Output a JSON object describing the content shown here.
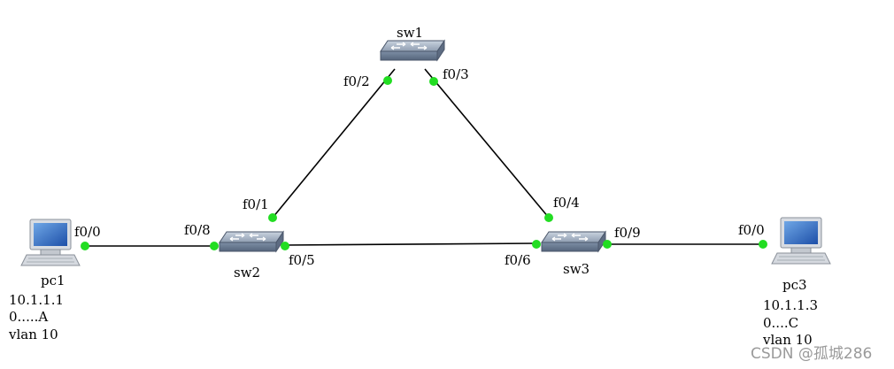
{
  "devices": {
    "sw1": "sw1",
    "sw2": "sw2",
    "sw3": "sw3",
    "pc1": "pc1",
    "pc3": "pc3"
  },
  "ports": {
    "sw1_f02": "f0/2",
    "sw1_f03": "f0/3",
    "sw2_f01": "f0/1",
    "sw2_f08": "f0/8",
    "sw2_f05": "f0/5",
    "sw3_f04": "f0/4",
    "sw3_f06": "f0/6",
    "sw3_f09": "f0/9",
    "pc1_f00": "f0/0",
    "pc3_f00": "f0/0"
  },
  "pc1_info": {
    "ip": "10.1.1.1",
    "mac": "0.....A",
    "vlan": "vlan 10"
  },
  "pc3_info": {
    "ip": "10.1.1.3",
    "mac": "0....C",
    "vlan": "vlan 10"
  },
  "watermark": "CSDN @孤城286",
  "colors": {
    "link": "#000000",
    "port_dot": "#22dd22"
  },
  "icons": {
    "switch": "switch-icon",
    "pc": "pc-icon"
  }
}
